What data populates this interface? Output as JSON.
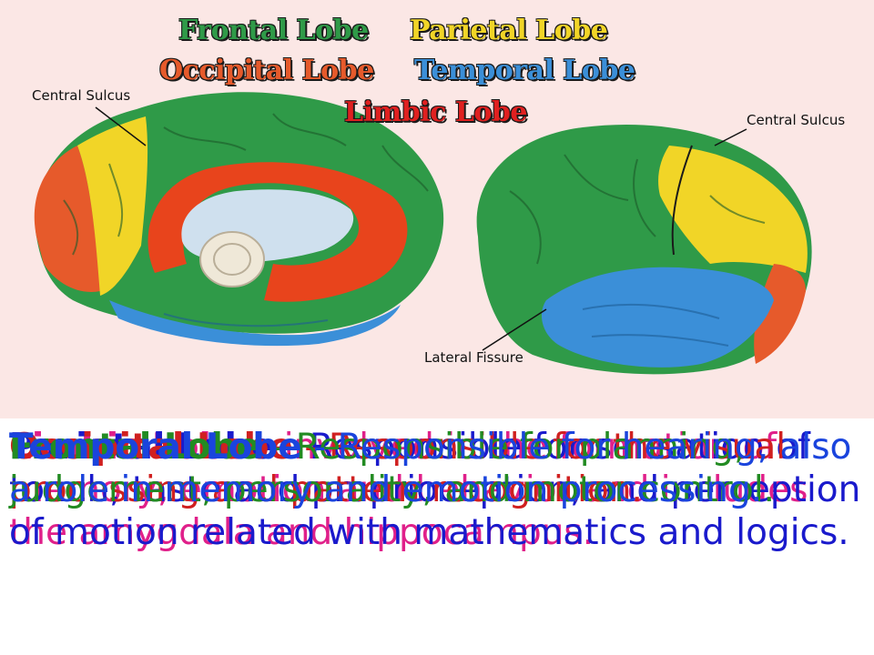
{
  "legend": {
    "frontal": "Frontal Lobe",
    "parietal": "Parietal Lobe",
    "occipital": "Occipital Lobe",
    "temporal": "Temporal Lobe",
    "limbic": "Limbic Lobe"
  },
  "labels": {
    "central_sulcus_left": "Central Sulcus",
    "central_sulcus_right": "Central Sulcus",
    "lateral_fissure": "Lateral Fissure"
  },
  "colors": {
    "frontal": "#2f9a48",
    "parietal": "#f1d527",
    "occipital": "#e65a2b",
    "temporal": "#3b8fd8",
    "limbic": "#e02020",
    "background": "#fbe7e5"
  },
  "captions": [
    {
      "term": "Limbic Lobe",
      "text": " - involved in the formation of memory, emotion and behavior and includes the amygdala and hippocampus.",
      "color": "#e0208a"
    },
    {
      "term": "Parietal Lobe",
      "text": " - Responsible for sensation of touch, taste and proprioception, and perception of motion related with mathematics and logics.",
      "color": "#1a1acc"
    },
    {
      "term": "Occipital Lobe",
      "text": " - Responsible for the visual processing and pattern recognition.",
      "color": "#d02020"
    },
    {
      "term": "Frontal Lobe",
      "text": " - Responsible for planning, judgement, personality, and motor control.",
      "color": "#228b22"
    },
    {
      "term": "Temporal Lobe",
      "text": " - Responsible for hearing, also a role in memory and emotion processing.",
      "color": "#1a44dd"
    }
  ]
}
